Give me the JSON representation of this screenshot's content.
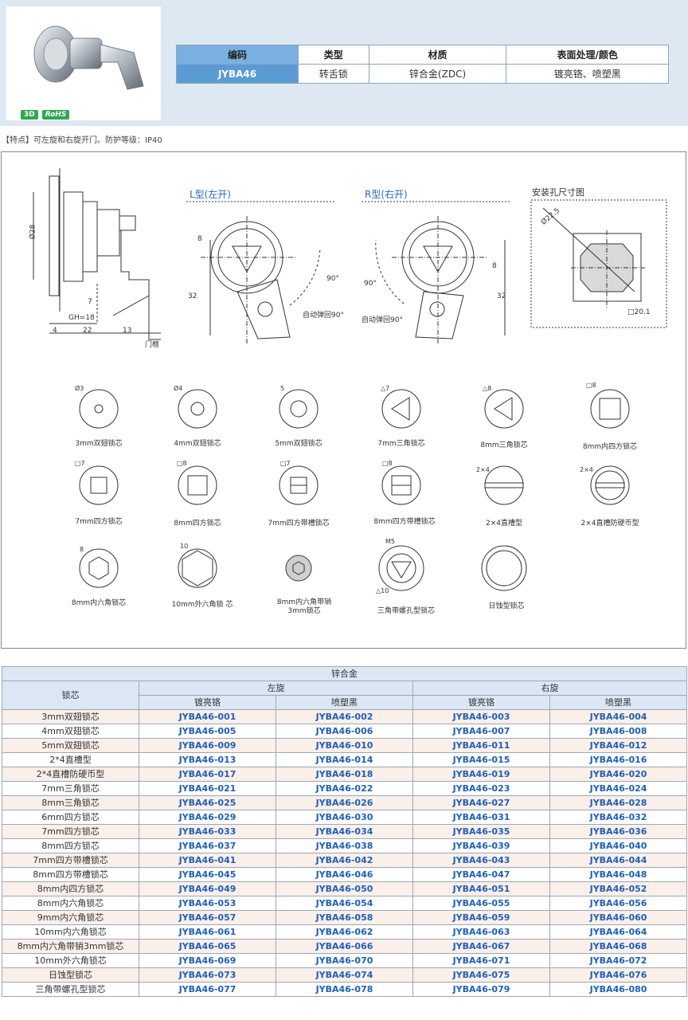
{
  "header": {
    "badges": [
      "3D",
      "RoHS"
    ],
    "spec_headers": [
      "编码",
      "类型",
      "材质",
      "表面处理/颜色"
    ],
    "spec_values": [
      "JYBA46",
      "转舌锁",
      "锌合金(ZDC)",
      "镀亮铬、喷塑黑"
    ]
  },
  "feature_text": "【特点】可左旋和右旋开门。防护等级：IP40",
  "drawing": {
    "labels": {
      "l_type": "L型(左开)",
      "r_type": "R型(右开)",
      "hole": "安装孔尺寸图",
      "auto_left": "自动弹回90°",
      "auto_right": "自动弹回90°",
      "deg_left": "90°",
      "deg_right": "90°",
      "dim_28": "Ø28",
      "dim_gh": "GH=18",
      "dim_4": "4",
      "dim_22": "22",
      "dim_13": "13",
      "dim_7": "7",
      "door": "门框",
      "dim_8l": "8",
      "dim_32l": "32",
      "dim_8r": "8",
      "dim_32r": "32",
      "hole_d": "Ø22.5",
      "hole_sq": "□20.1"
    },
    "cores": [
      {
        "name": "3mm双翅锁芯",
        "mark": "Ø3"
      },
      {
        "name": "4mm双翅锁芯",
        "mark": "Ø4"
      },
      {
        "name": "5mm双翅锁芯",
        "mark": "5"
      },
      {
        "name": "7mm三角锁芯",
        "mark": "△7"
      },
      {
        "name": "8mm三角锁芯",
        "mark": "△8"
      },
      {
        "name": "8mm内四方锁芯",
        "mark": "□8"
      },
      {
        "name": "7mm四方锁芯",
        "mark": "□7"
      },
      {
        "name": "8mm四方锁芯",
        "mark": "□8"
      },
      {
        "name": "7mm四方带槽锁芯",
        "mark": "□7"
      },
      {
        "name": "8mm四方带槽锁芯",
        "mark": "□8"
      },
      {
        "name": "2×4直槽型",
        "mark": "2×4"
      },
      {
        "name": "2×4直槽防硬币型",
        "mark": "2×4"
      },
      {
        "name": "8mm内六角锁芯",
        "mark": "8"
      },
      {
        "name": "10mm外六角锁 芯",
        "mark": "10"
      },
      {
        "name": "8mm内六角带销3mm锁芯",
        "mark": ""
      },
      {
        "name": "三角带螺孔型锁芯",
        "mark": "M5"
      },
      {
        "name": "日蚀型锁芯",
        "mark": ""
      }
    ],
    "extra_mark": "△10"
  },
  "table": {
    "top": "锌合金",
    "col0": "锁芯",
    "left": "左旋",
    "right": "右旋",
    "finishes": [
      "镀亮铬",
      "喷塑黑",
      "镀亮铬",
      "喷塑黑"
    ],
    "rows": [
      {
        "core": "3mm双翅锁芯",
        "codes": [
          "JYBA46-001",
          "JYBA46-002",
          "JYBA46-003",
          "JYBA46-004"
        ]
      },
      {
        "core": "4mm双翅锁芯",
        "codes": [
          "JYBA46-005",
          "JYBA46-006",
          "JYBA46-007",
          "JYBA46-008"
        ]
      },
      {
        "core": "5mm双翅锁芯",
        "codes": [
          "JYBA46-009",
          "JYBA46-010",
          "JYBA46-011",
          "JYBA46-012"
        ]
      },
      {
        "core": "2*4直槽型",
        "codes": [
          "JYBA46-013",
          "JYBA46-014",
          "JYBA46-015",
          "JYBA46-016"
        ]
      },
      {
        "core": "2*4直槽防硬币型",
        "codes": [
          "JYBA46-017",
          "JYBA46-018",
          "JYBA46-019",
          "JYBA46-020"
        ]
      },
      {
        "core": "7mm三角锁芯",
        "codes": [
          "JYBA46-021",
          "JYBA46-022",
          "JYBA46-023",
          "JYBA46-024"
        ]
      },
      {
        "core": "8mm三角锁芯",
        "codes": [
          "JYBA46-025",
          "JYBA46-026",
          "JYBA46-027",
          "JYBA46-028"
        ]
      },
      {
        "core": "6mm四方锁芯",
        "codes": [
          "JYBA46-029",
          "JYBA46-030",
          "JYBA46-031",
          "JYBA46-032"
        ]
      },
      {
        "core": "7mm四方锁芯",
        "codes": [
          "JYBA46-033",
          "JYBA46-034",
          "JYBA46-035",
          "JYBA46-036"
        ]
      },
      {
        "core": "8mm四方锁芯",
        "codes": [
          "JYBA46-037",
          "JYBA46-038",
          "JYBA46-039",
          "JYBA46-040"
        ]
      },
      {
        "core": "7mm四方带槽锁芯",
        "codes": [
          "JYBA46-041",
          "JYBA46-042",
          "JYBA46-043",
          "JYBA46-044"
        ]
      },
      {
        "core": "8mm四方带槽锁芯",
        "codes": [
          "JYBA46-045",
          "JYBA46-046",
          "JYBA46-047",
          "JYBA46-048"
        ]
      },
      {
        "core": "8mm内四方锁芯",
        "codes": [
          "JYBA46-049",
          "JYBA46-050",
          "JYBA46-051",
          "JYBA46-052"
        ]
      },
      {
        "core": "8mm内六角锁芯",
        "codes": [
          "JYBA46-053",
          "JYBA46-054",
          "JYBA46-055",
          "JYBA46-056"
        ]
      },
      {
        "core": "9mm内六角锁芯",
        "codes": [
          "JYBA46-057",
          "JYBA46-058",
          "JYBA46-059",
          "JYBA46-060"
        ]
      },
      {
        "core": "10mm内六角锁芯",
        "codes": [
          "JYBA46-061",
          "JYBA46-062",
          "JYBA46-063",
          "JYBA46-064"
        ]
      },
      {
        "core": "8mm内六角带销3mm锁芯",
        "codes": [
          "JYBA46-065",
          "JYBA46-066",
          "JYBA46-067",
          "JYBA46-068"
        ]
      },
      {
        "core": "10mm外六角锁芯",
        "codes": [
          "JYBA46-069",
          "JYBA46-070",
          "JYBA46-071",
          "JYBA46-072"
        ]
      },
      {
        "core": "日蚀型锁芯",
        "codes": [
          "JYBA46-073",
          "JYBA46-074",
          "JYBA46-075",
          "JYBA46-076"
        ]
      },
      {
        "core": "三角带螺孔型锁芯",
        "codes": [
          "JYBA46-077",
          "JYBA46-078",
          "JYBA46-079",
          "JYBA46-080"
        ]
      }
    ]
  }
}
